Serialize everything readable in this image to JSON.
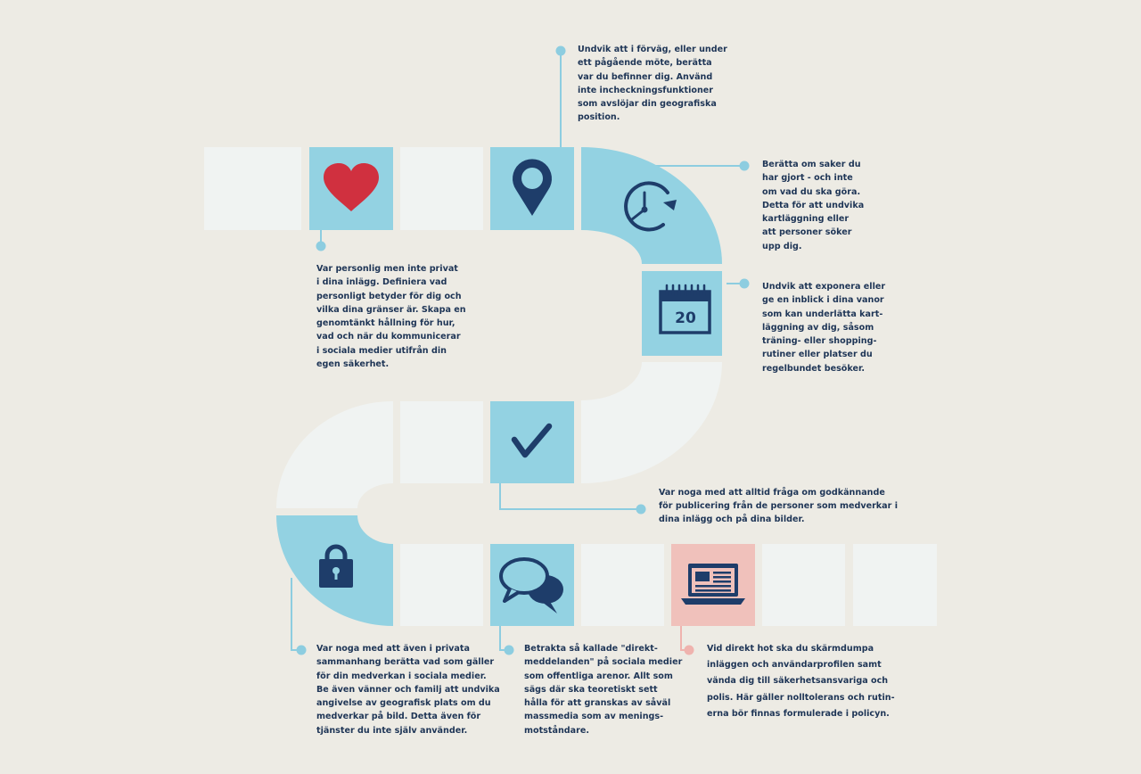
{
  "colors": {
    "background": "#EDEBE4",
    "tile_light": "#F0F3F2",
    "tile_blue": "#93D2E2",
    "tile_pink": "#F0C1BB",
    "icon_navy": "#1E3D6A",
    "heart_red": "#D0303F",
    "connector_blue": "#8DCDE0",
    "connector_pink": "#EFB3AE",
    "text_navy": "#1E3556"
  },
  "icons": [
    "heart-icon",
    "location-pin-icon",
    "clock-icon",
    "calendar-icon",
    "checkmark-icon",
    "padlock-icon",
    "chat-bubbles-icon",
    "laptop-icon"
  ],
  "calendar_day": "20",
  "notes": {
    "location": "Undvik att i förväg, eller under\nett pågående möte, berätta\nvar du befinner dig. Använd\ninte incheckningsfunktioner\nsom avslöjar din geografiska\nposition.",
    "clock": "Berätta om saker du\nhar gjort - och inte\nom vad du ska göra.\nDetta för att undvika\nkartläggning eller\natt personer söker\nupp dig.",
    "heart": "Var personlig men inte privat\ni dina inlägg. Definiera vad\npersonligt betyder för dig och\nvilka dina gränser är. Skapa en\ngenomtänkt hållning för hur,\nvad och när du kommunicerar\ni sociala medier utifrån din\negen säkerhet.",
    "calendar": "Undvik att exponera eller\nge en inblick i dina vanor\nsom kan underlätta kart-\nläggning av dig, såsom\nträning- eller shopping-\nrutiner eller platser du\nregelbundet besöker.",
    "check": "Var noga med att alltid fråga om godkännande\nför publicering från de personer som medverkar i\ndina inlägg och på dina bilder.",
    "lock": "Var noga med att även i privata\nsammanhang berätta vad som gäller\nför din medverkan i sociala medier.\nBe även vänner och familj att undvika\nangivelse av geografisk plats om du\nmedverkar på bild. Detta även för\ntjänster du inte själv använder.",
    "chat": "Betrakta så kallade \"direkt-\nmeddelanden\" på sociala medier\nsom offentliga arenor. Allt som\nsägs där ska teoretiskt sett\nhålla för att granskas av såväl\nmassmedia som av menings-\nmotståndare.",
    "laptop": "Vid direkt hot ska du skärmdumpa\ninläggen och användarprofilen samt\nvända dig till säkerhetsansvariga och\npolis. Här gäller nolltolerans och rutin-\nerna bör finnas formulerade i policyn."
  }
}
